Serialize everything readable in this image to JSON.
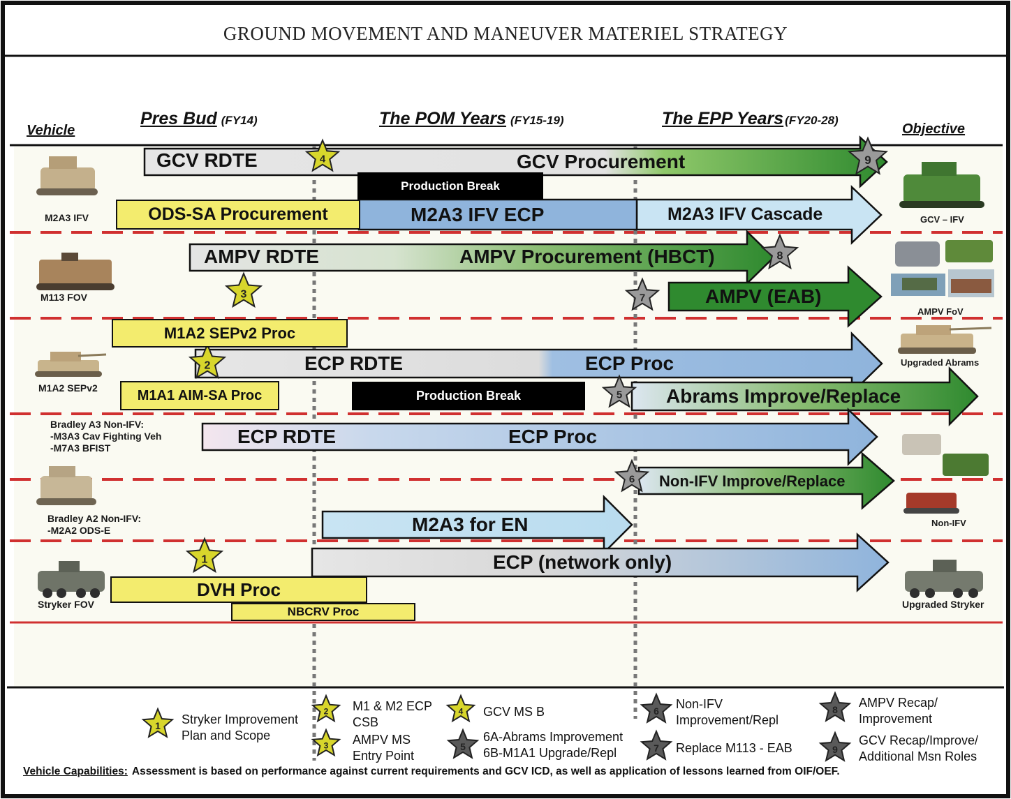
{
  "title": "GROUND MOVEMENT AND MANEUVER MATERIEL STRATEGY",
  "headers": {
    "vehicle": "Vehicle",
    "pres_bud": "Pres Bud",
    "pres_bud_fy": "(FY14)",
    "pom": "The POM Years",
    "pom_fy": "(FY15-19)",
    "epp": "The EPP Years",
    "epp_fy": "(FY20-28)",
    "objective": "Objective"
  },
  "vehicles": {
    "m2a3": "M2A3 IFV",
    "m113": "M113 FOV",
    "m1a2": "M1A2 SEPv2",
    "bradley_a3": "Bradley A3 Non-IFV:",
    "bradley_a3_l2": "-M3A3 Cav Fighting Veh",
    "bradley_a3_l3": "-M7A3 BFIST",
    "bradley_a2": "Bradley A2 Non-IFV:",
    "bradley_a2_l2": "-M2A2 ODS-E",
    "stryker": "Stryker FOV"
  },
  "objectives": {
    "gcv": "GCV – IFV",
    "ampv": "AMPV FoV",
    "abrams": "Upgraded Abrams",
    "nonifv": "Non-IFV",
    "stryker": "Upgraded Stryker"
  },
  "bars": {
    "gcv_rdte": "GCV RDTE",
    "gcv_proc": "GCV Procurement",
    "prod_break_1": "Production Break",
    "ods_sa": "ODS-SA Procurement",
    "m2a3_ecp": "M2A3 IFV ECP",
    "m2a3_cascade": "M2A3 IFV Cascade",
    "ampv_rdte": "AMPV RDTE",
    "ampv_proc": "AMPV Procurement (HBCT)",
    "ampv_eab": "AMPV (EAB)",
    "m1a2_sepv2": "M1A2 SEPv2 Proc",
    "ecp_rdte_1": "ECP RDTE",
    "ecp_proc_1": "ECP Proc",
    "m1a1_aim": "M1A1 AIM-SA Proc",
    "prod_break_2": "Production Break",
    "abrams_improve": "Abrams Improve/Replace",
    "ecp_rdte_2": "ECP RDTE",
    "ecp_proc_2": "ECP Proc",
    "nonifv": "Non-IFV Improve/Replace",
    "m2a3_en": "M2A3 for EN",
    "ecp_network": "ECP (network only)",
    "dvh": "DVH Proc",
    "nbcrv": "NBCRV Proc"
  },
  "stars": [
    "1",
    "2",
    "3",
    "4",
    "5",
    "6",
    "7",
    "8",
    "9"
  ],
  "legend": {
    "s1": "Stryker Improvement",
    "s1b": "Plan and Scope",
    "s2": "M1 & M2 ECP",
    "s2b": "CSB",
    "s3": "AMPV MS",
    "s3b": "Entry Point",
    "s4": "GCV MS B",
    "s5": "6A-Abrams Improvement",
    "s5b": "6B-M1A1 Upgrade/Repl",
    "s6": "Non-IFV",
    "s6b": "Improvement/Repl",
    "s7": "Replace M113 - EAB",
    "s8": "AMPV Recap/",
    "s8b": "Improvement",
    "s9": "GCV Recap/Improve/",
    "s9b": "Additional Msn Roles"
  },
  "capabilities": {
    "label": "Vehicle Capabilities:",
    "text": "Assessment is based on performance against current requirements and GCV ICD, as well as application of lessons learned from OIF/OEF."
  },
  "colors": {
    "yellow_star": "#d8d62c",
    "gray_star": "#9a9a9a",
    "dark_star": "#5a5a5a",
    "green": "#2f8a2f",
    "blue": "#8fb4dc",
    "light_blue": "#c9e4f3",
    "gray": "#dcdcdc",
    "red_dash": "#d03030"
  }
}
